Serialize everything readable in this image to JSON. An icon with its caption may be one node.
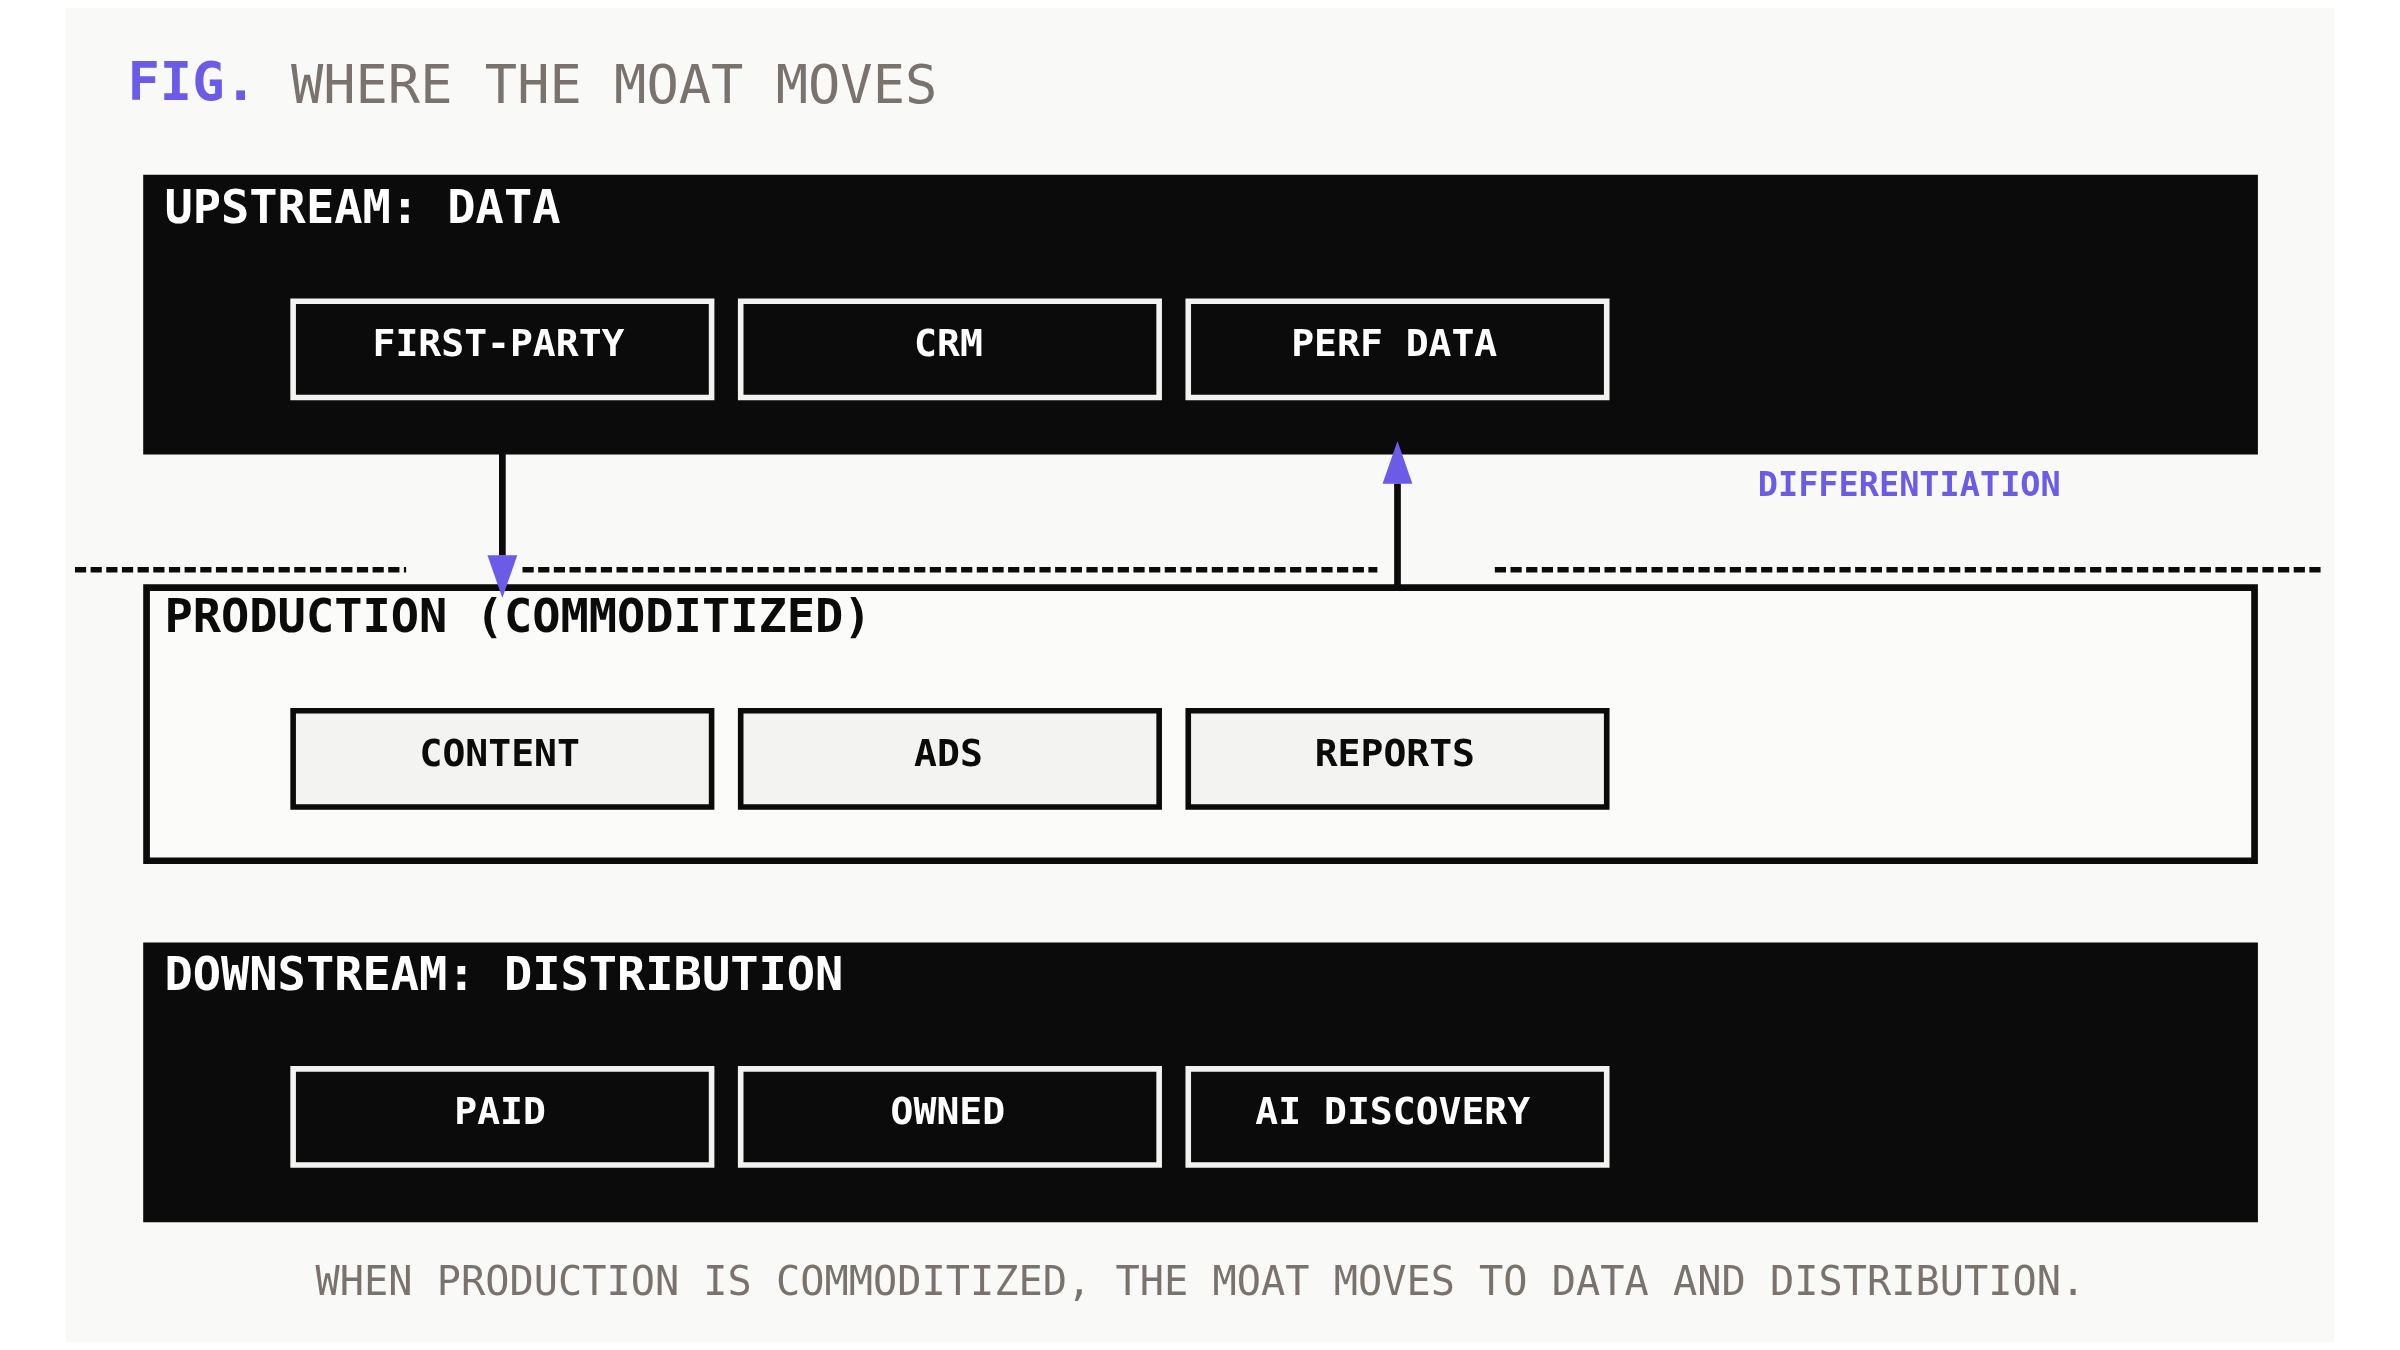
{
  "diagram": {
    "title": "FIG. WHERE THE MOAT MOVES",
    "caption": "WHEN PRODUCTION IS COMMODITIZED, THE MOAT MOVES TO DATA AND DISTRIBUTION.",
    "nodes": [
      {
        "text": [
          "UPSTREAM: DATA"
        ]
      },
      {
        "text": [
          "FIRST-PARTY"
        ],
        "in": 0
      },
      {
        "text": [
          "CRM"
        ],
        "in": 0
      },
      {
        "text": [
          "PERF DATA"
        ],
        "in": 0
      },
      {
        "text": [
          "PRODUCTION (COMMODITIZED)"
        ]
      },
      {
        "text": [
          "CONTENT"
        ],
        "in": 4
      },
      {
        "text": [
          "ADS"
        ],
        "in": 4
      },
      {
        "text": [
          "REPORTS"
        ],
        "in": 4
      },
      {
        "text": [
          "DOWNSTREAM: DISTRIBUTION"
        ]
      },
      {
        "text": [
          "PAID"
        ],
        "in": 8
      },
      {
        "text": [
          "OWNED"
        ],
        "in": 8
      },
      {
        "text": [
          "AI DISCOVERY"
        ],
        "in": 8
      }
    ],
    "edges": [
      {
        "from": 0,
        "to": 4,
        "arrow": "to"
      },
      {
        "from": 4,
        "to": 0,
        "arrow": "to"
      }
    ],
    "labels": [
      "DIFFERENTIATION"
    ]
  }
}
